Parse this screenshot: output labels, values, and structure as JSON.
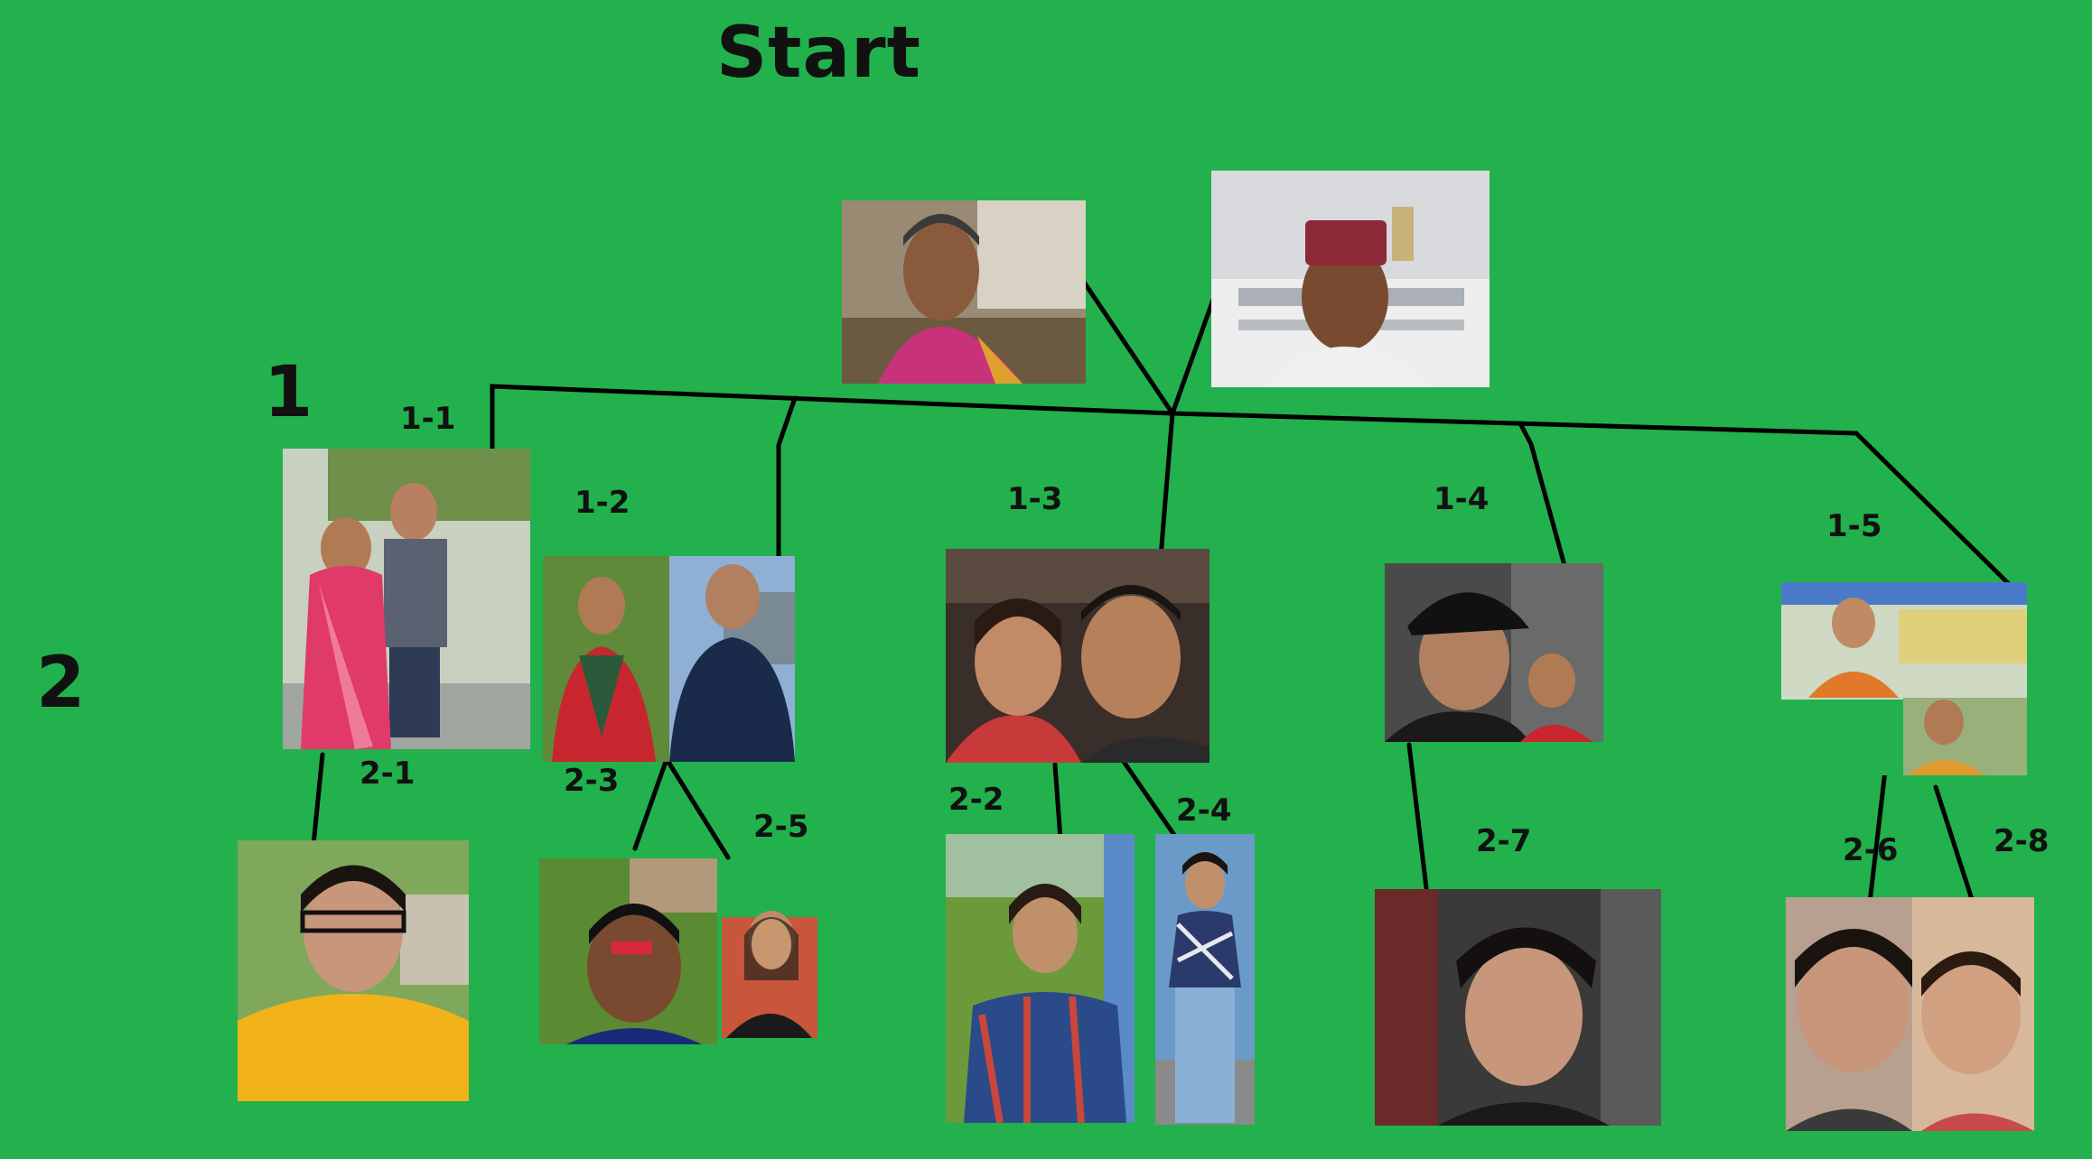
{
  "title": "Start",
  "generations": [
    "1",
    "2"
  ],
  "labels": {
    "g1": [
      "1-1",
      "1-2",
      "1-3",
      "1-4",
      "1-5"
    ],
    "g2": [
      "2-1",
      "2-2",
      "2-3",
      "2-4",
      "2-5",
      "2-6",
      "2-7",
      "2-8"
    ]
  },
  "colors": {
    "background": "#22b14c",
    "line": "#000000"
  }
}
